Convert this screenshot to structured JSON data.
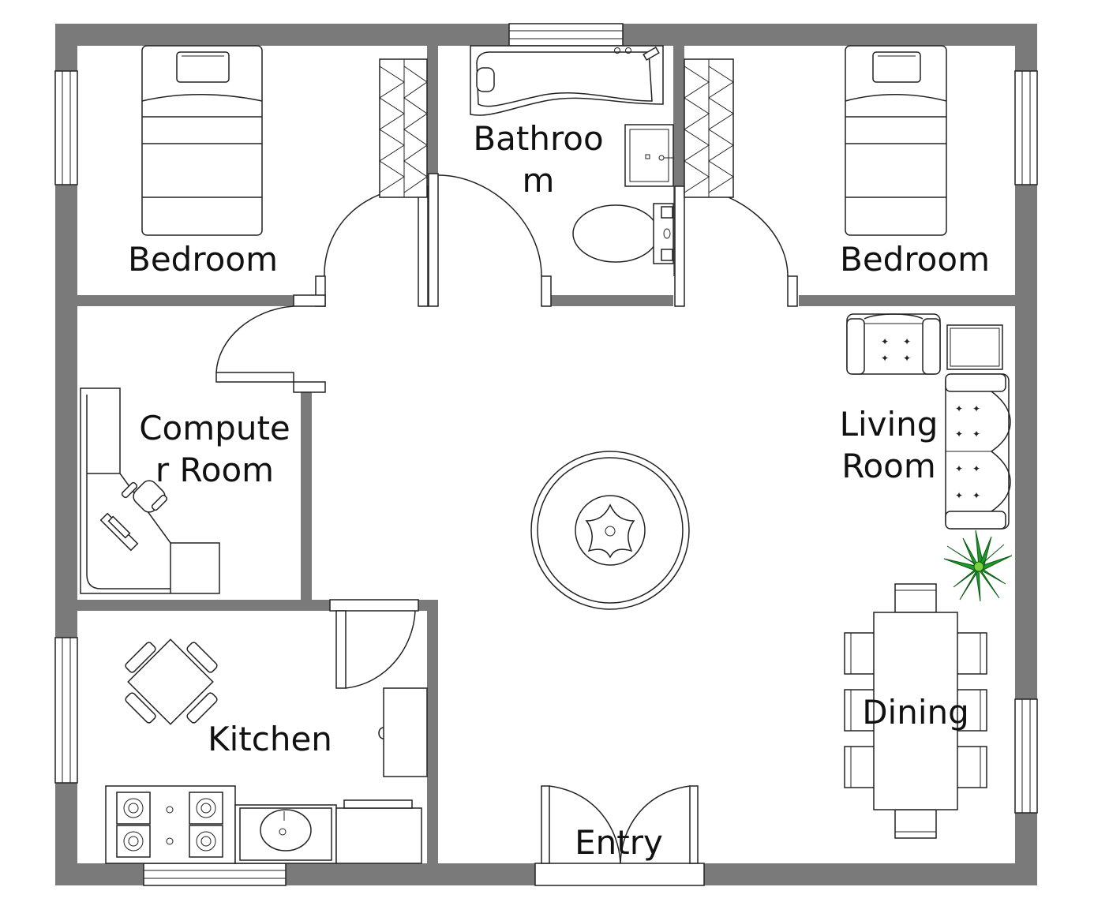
{
  "rooms": {
    "bedroom_left": "Bedroom",
    "bathroom_line1": "Bathroo",
    "bathroom_line2": "m",
    "bedroom_right": "Bedroom",
    "computer_line1": "Compute",
    "computer_line2": "r Room",
    "living_line1": "Living",
    "living_line2": "Room",
    "kitchen": "Kitchen",
    "dining": "Dining",
    "entry": "Entry"
  },
  "colors": {
    "wall": "#7a7a7a",
    "plant": "#1f9a2a",
    "line": "#222222"
  }
}
